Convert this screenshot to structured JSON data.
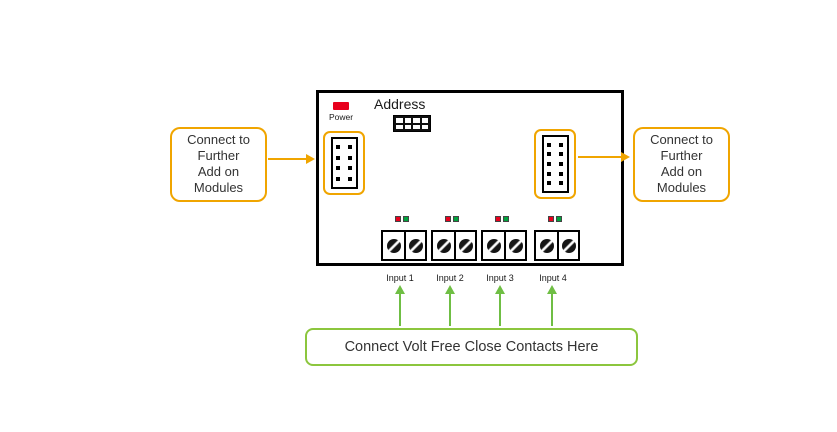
{
  "module": {
    "power_label": "Power",
    "address_label": "Address"
  },
  "left_note": {
    "lines": [
      "Connect to",
      "Further",
      "Add on",
      "Modules"
    ]
  },
  "right_note": {
    "lines": [
      "Connect to",
      "Further",
      "Add on",
      "Modules"
    ]
  },
  "inputs": [
    {
      "label": "Input 1"
    },
    {
      "label": "Input 2"
    },
    {
      "label": "Input 3"
    },
    {
      "label": "Input 4"
    }
  ],
  "bottom_note": {
    "text": "Connect Volt Free Close Contacts Here"
  },
  "icons": {
    "power_led": "power-led",
    "dip_switch": "dip-switch",
    "pin_header": "pin-header-connector",
    "screw_terminal": "screw-terminal",
    "status_leds": "red-green-led-pair",
    "arrow_up": "green-up-arrow",
    "arrow_right": "yellow-right-arrow"
  },
  "colors": {
    "module_border": "#000000",
    "accent_yellow": "#F0A500",
    "accent_green": "#8CC63E",
    "arrow_green": "#6FBE44",
    "led_red": "#E8001D",
    "led_green": "#00A33D",
    "power_led": "#E8001D"
  }
}
